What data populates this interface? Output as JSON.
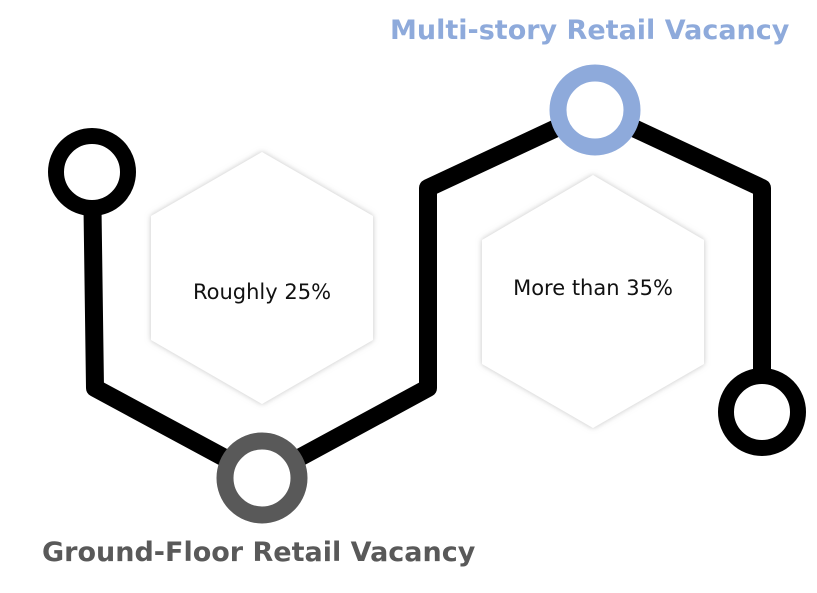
{
  "milestones": {
    "top_title": "Multi-story Retail Vacancy",
    "bottom_title": "Ground-Floor Retail Vacancy",
    "left_hex_text": "Roughly 25%",
    "right_hex_text": "More than 35%"
  },
  "colors": {
    "path_stroke": "#000000",
    "top_accent": "#8eaadb",
    "bottom_accent": "#595959",
    "hexagon_fill": "#ffffff",
    "hexagon_shadow": "#c8c8c8"
  }
}
